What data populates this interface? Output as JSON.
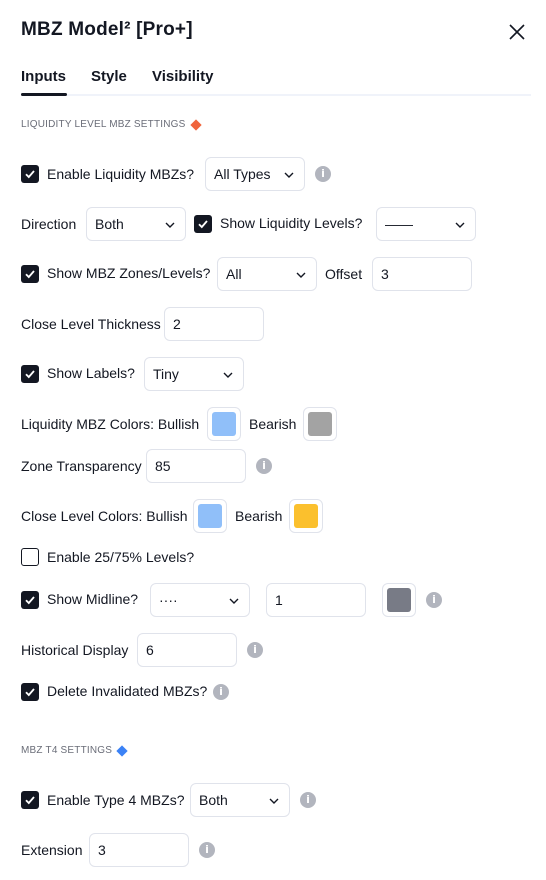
{
  "title": "MBZ Model² [Pro+]",
  "tabs": [
    {
      "label": "Inputs"
    },
    {
      "label": "Style"
    },
    {
      "label": "Visibility"
    }
  ],
  "colors": {
    "accent_red": "#f0643c",
    "accent_blue": "#3b82f6",
    "liquidity_bullish": "#90bff9",
    "liquidity_bearish": "#a3a3a3",
    "close_bullish": "#90bff9",
    "close_bearish": "#fbc02d",
    "midline": "#787b86"
  },
  "icons": {
    "close": "close-icon",
    "checkbox": "check-icon",
    "dropdown": "chevron-down-icon",
    "info": "info-icon"
  },
  "section1": {
    "label": "LIQUIDITY LEVEL MBZ SETTINGS"
  },
  "section2": {
    "label": "MBZ T4 SETTINGS"
  },
  "fields": {
    "enable_liquidity": {
      "label": "Enable Liquidity MBZs?",
      "checked": true,
      "select": "All Types"
    },
    "direction": {
      "label": "Direction",
      "select": "Both"
    },
    "show_liquidity_levels": {
      "label": "Show Liquidity Levels?",
      "checked": true,
      "select": "——"
    },
    "show_zones": {
      "label": "Show MBZ Zones/Levels?",
      "checked": true,
      "select": "All"
    },
    "offset": {
      "label": "Offset",
      "value": "3"
    },
    "close_thickness": {
      "label": "Close Level Thickness",
      "value": "2"
    },
    "show_labels": {
      "label": "Show Labels?",
      "checked": true,
      "select": "Tiny"
    },
    "liquidity_colors": {
      "label": "Liquidity MBZ Colors: Bullish",
      "bearish_label": "Bearish"
    },
    "zone_transparency": {
      "label": "Zone Transparency",
      "value": "85"
    },
    "close_colors": {
      "label": "Close Level Colors: Bullish",
      "bearish_label": "Bearish"
    },
    "enable_2575": {
      "label": "Enable 25/75% Levels?",
      "checked": false
    },
    "show_midline": {
      "label": "Show Midline?",
      "checked": true,
      "select": "····",
      "value": "1"
    },
    "historical_display": {
      "label": "Historical Display",
      "value": "6"
    },
    "delete_invalidated": {
      "label": "Delete Invalidated MBZs?",
      "checked": true
    },
    "enable_type4": {
      "label": "Enable Type 4 MBZs?",
      "checked": true,
      "select": "Both"
    },
    "extension": {
      "label": "Extension",
      "value": "3"
    }
  }
}
